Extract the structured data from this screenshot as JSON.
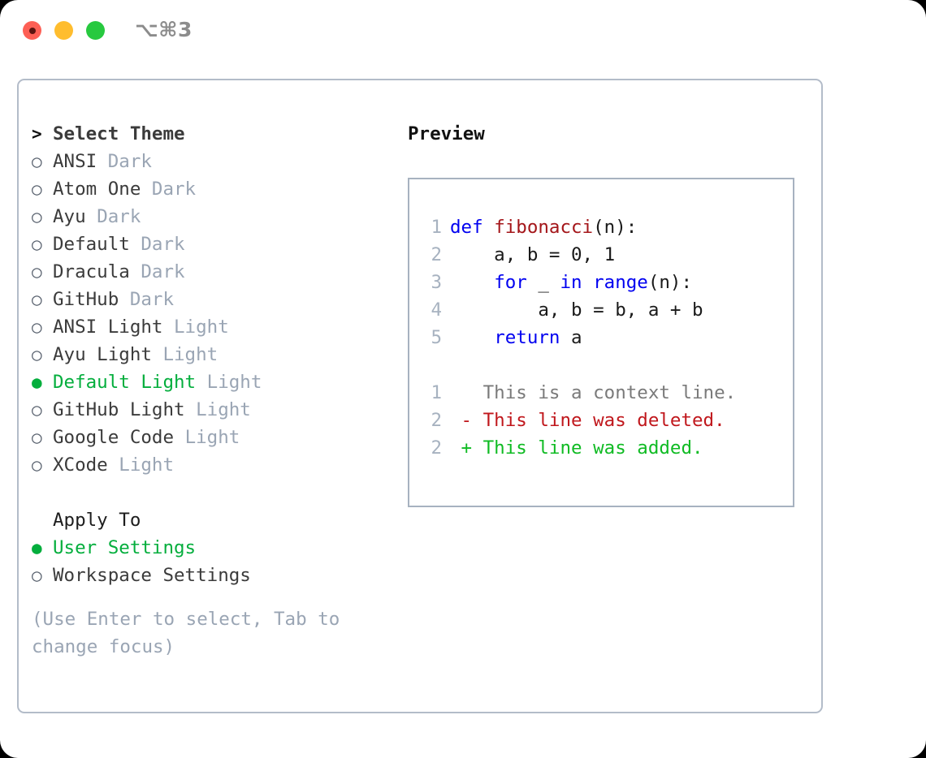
{
  "window": {
    "shortcut_label": "⌥⌘3",
    "traffic_lights": [
      {
        "name": "close",
        "color": "#fd5f55"
      },
      {
        "name": "minimize",
        "color": "#ffbd2e"
      },
      {
        "name": "zoom",
        "color": "#27c93f"
      }
    ]
  },
  "colors": {
    "accent_green": "#04ae3d",
    "muted_gray": "#9aa5b4",
    "text": "#3b3b3b",
    "border": "#b3bcc9",
    "keyword_blue": "#0000f0",
    "function_red": "#a4161a",
    "diff_delete": "#c0171c",
    "diff_add": "#0fbb23"
  },
  "theme_picker": {
    "header_marker": ">",
    "header_label": "Select Theme",
    "marker_selected": "●",
    "marker_unselected": "○",
    "items": [
      {
        "marker": "○",
        "label": "ANSI",
        "meta": "Dark",
        "selected": false
      },
      {
        "marker": "○",
        "label": "Atom One",
        "meta": "Dark",
        "selected": false
      },
      {
        "marker": "○",
        "label": "Ayu",
        "meta": "Dark",
        "selected": false
      },
      {
        "marker": "○",
        "label": "Default",
        "meta": "Dark",
        "selected": false
      },
      {
        "marker": "○",
        "label": "Dracula",
        "meta": "Dark",
        "selected": false
      },
      {
        "marker": "○",
        "label": "GitHub",
        "meta": "Dark",
        "selected": false
      },
      {
        "marker": "○",
        "label": "ANSI Light",
        "meta": "Light",
        "selected": false
      },
      {
        "marker": "○",
        "label": "Ayu Light",
        "meta": "Light",
        "selected": false
      },
      {
        "marker": "●",
        "label": "Default Light",
        "meta": "Light",
        "selected": true
      },
      {
        "marker": "○",
        "label": "GitHub Light",
        "meta": "Light",
        "selected": false
      },
      {
        "marker": "○",
        "label": "Google Code",
        "meta": "Light",
        "selected": false
      },
      {
        "marker": "○",
        "label": "XCode",
        "meta": "Light",
        "selected": false
      }
    ]
  },
  "apply_to": {
    "header_label": "Apply To",
    "items": [
      {
        "marker": "●",
        "label": "User Settings",
        "selected": true
      },
      {
        "marker": "○",
        "label": "Workspace Settings",
        "selected": false
      }
    ]
  },
  "hint": "(Use Enter to select, Tab to change focus)",
  "preview": {
    "title": "Preview",
    "code_lines": [
      {
        "no": "1",
        "tokens": [
          {
            "t": "def ",
            "c": "kw"
          },
          {
            "t": "fibonacci",
            "c": "fn"
          },
          {
            "t": "(n):",
            "c": "pl"
          }
        ]
      },
      {
        "no": "2",
        "tokens": [
          {
            "t": "    a, b = 0, 1",
            "c": "pl"
          }
        ]
      },
      {
        "no": "3",
        "tokens": [
          {
            "t": "    ",
            "c": "pl"
          },
          {
            "t": "for",
            "c": "kw"
          },
          {
            "t": " _ ",
            "c": "pl"
          },
          {
            "t": "in",
            "c": "kw"
          },
          {
            "t": " ",
            "c": "pl"
          },
          {
            "t": "range",
            "c": "kw"
          },
          {
            "t": "(n):",
            "c": "pl"
          }
        ]
      },
      {
        "no": "4",
        "tokens": [
          {
            "t": "        a, b = b, a + b",
            "c": "pl"
          }
        ]
      },
      {
        "no": "5",
        "tokens": [
          {
            "t": "    ",
            "c": "pl"
          },
          {
            "t": "return",
            "c": "kw"
          },
          {
            "t": " a",
            "c": "pl"
          }
        ]
      }
    ],
    "diff_lines": [
      {
        "no": "1",
        "tokens": [
          {
            "t": "   This is a context line.",
            "c": "ctx"
          }
        ]
      },
      {
        "no": "2",
        "tokens": [
          {
            "t": " - This line was deleted.",
            "c": "del"
          }
        ]
      },
      {
        "no": "2",
        "tokens": [
          {
            "t": " + This line was added.",
            "c": "add"
          }
        ]
      }
    ]
  }
}
